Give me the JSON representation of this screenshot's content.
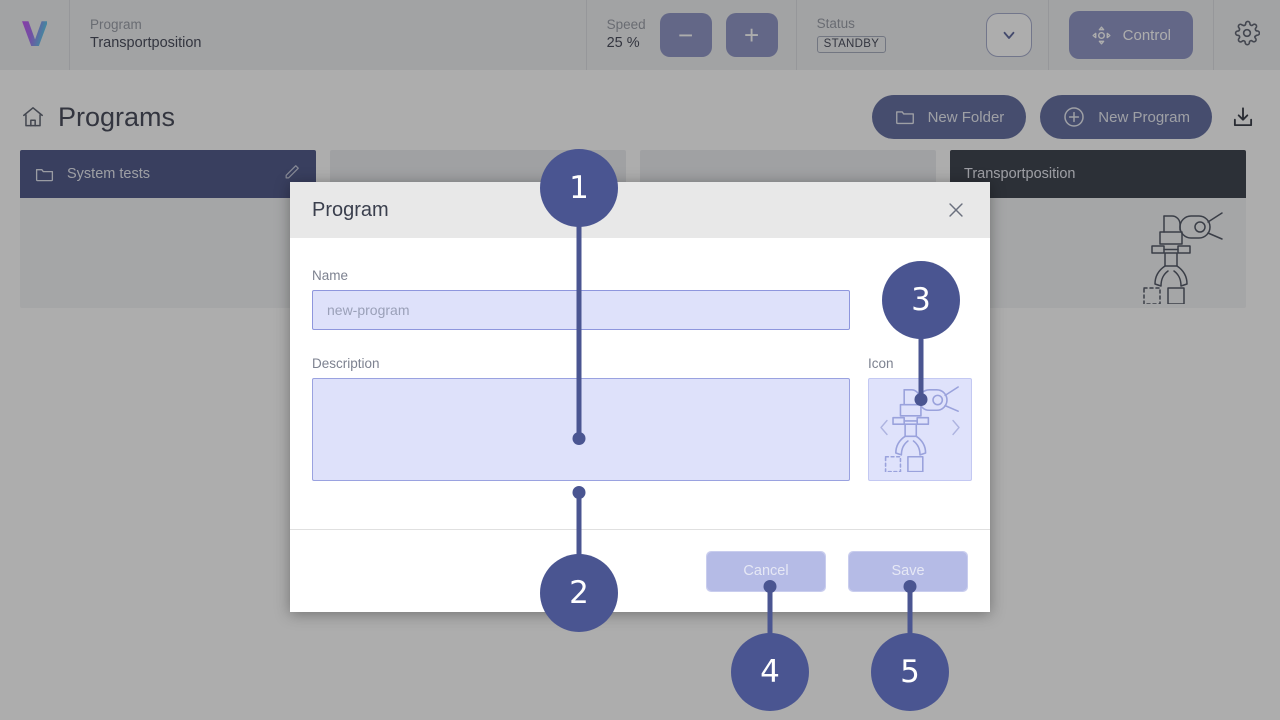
{
  "topbar": {
    "logo": "V",
    "program_label": "Program",
    "program_value": "Transportposition",
    "speed_label": "Speed",
    "speed_value": "25 %",
    "minus": "−",
    "plus": "+",
    "status_label": "Status",
    "status_value": "STANDBY",
    "control_label": "Control"
  },
  "page": {
    "title": "Programs",
    "new_folder_label": "New Folder",
    "new_program_label": "New Program"
  },
  "cards": [
    {
      "title": "System tests",
      "kind": "folder",
      "style": "blue"
    },
    {
      "title": "",
      "kind": "folder",
      "style": "plain"
    },
    {
      "title": "",
      "kind": "folder",
      "style": "plain"
    },
    {
      "title": "Transportposition",
      "kind": "program",
      "style": "dark"
    }
  ],
  "modal": {
    "title": "Program",
    "name_label": "Name",
    "name_value": "",
    "name_placeholder": "new-program",
    "description_label": "Description",
    "description_value": "",
    "description_placeholder": "",
    "icon_label": "Icon",
    "cancel_label": "Cancel",
    "save_label": "Save"
  },
  "markers": [
    {
      "number": "1"
    },
    {
      "number": "2"
    },
    {
      "number": "3"
    },
    {
      "number": "4"
    },
    {
      "number": "5"
    }
  ],
  "colors": {
    "marker": "#4a5591",
    "accent": "#8087bd",
    "card_blue": "#374279",
    "card_dark": "#222834",
    "field_fill": "#dee1fa"
  }
}
